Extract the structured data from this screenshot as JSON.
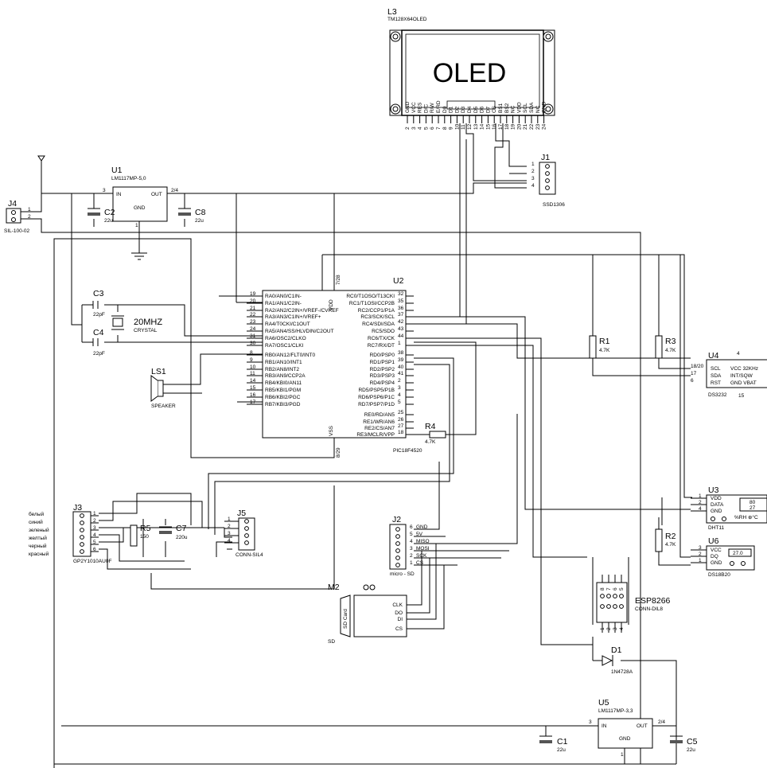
{
  "components": {
    "L3": {
      "ref": "L3",
      "value": "TM128X64OLED",
      "display": "OLED",
      "pins": [
        "GND",
        "VCC",
        "RES",
        "D/C",
        "R/W",
        "E/RD",
        "D0",
        "D1",
        "D2",
        "D3",
        "D4",
        "D5",
        "D6",
        "D7",
        "CS",
        "BS1",
        "BS2",
        "NC",
        "VDD",
        "SCL",
        "SDA",
        "NC",
        "GND"
      ]
    },
    "U1": {
      "ref": "U1",
      "value": "LM1117MP-5,0",
      "in": "IN",
      "out": "OUT",
      "gnd": "GND",
      "pin_in": "3",
      "pin_out": "2/4",
      "pin_gnd": "1"
    },
    "U5": {
      "ref": "U5",
      "value": "LM1117MP-3,3",
      "in": "IN",
      "out": "OUT",
      "gnd": "GND",
      "pin_in": "3",
      "pin_out": "2/4",
      "pin_gnd": "1"
    },
    "J1": {
      "ref": "J1",
      "value": "SSD1306",
      "pins": [
        "1",
        "2",
        "3",
        "4"
      ]
    },
    "J4": {
      "ref": "J4",
      "value": "SIL-100-02",
      "pins": [
        "1",
        "2"
      ]
    },
    "C2": {
      "ref": "C2",
      "value": "22u"
    },
    "C8": {
      "ref": "C8",
      "value": "22u"
    },
    "C3": {
      "ref": "C3",
      "value": "22pF"
    },
    "C4": {
      "ref": "C4",
      "value": "22pF"
    },
    "C7": {
      "ref": "C7",
      "value": "220u"
    },
    "C1": {
      "ref": "C1",
      "value": "22u"
    },
    "C5": {
      "ref": "C5",
      "value": "22u"
    },
    "X1": {
      "ref": "20MHZ",
      "value": "CRYSTAL"
    },
    "LS1": {
      "ref": "LS1",
      "value": "SPEAKER"
    },
    "R1": {
      "ref": "R1",
      "value": "4.7K"
    },
    "R2": {
      "ref": "R2",
      "value": "4.7K"
    },
    "R3": {
      "ref": "R3",
      "value": "4.7K"
    },
    "R4": {
      "ref": "R4",
      "value": "4.7K"
    },
    "R5": {
      "ref": "R5",
      "value": "150"
    },
    "D1": {
      "ref": "D1",
      "value": "1N4728A"
    },
    "U2": {
      "ref": "U2",
      "value": "PIC18F4520",
      "vdd": "VDD",
      "vss": "VSS",
      "vdd_pins": "7/28",
      "vss_pins": "8/29",
      "left_pins": [
        {
          "n": "19",
          "l": "RA0/AN0/C1IN-"
        },
        {
          "n": "20",
          "l": "RA1/AN1/C2IN-"
        },
        {
          "n": "21",
          "l": "RA2/AN2/C2IN+/VREF-/CVREF"
        },
        {
          "n": "22",
          "l": "RA3/AN3/C1IN+/VREF+"
        },
        {
          "n": "23",
          "l": "RA4/T0CKI/C1OUT"
        },
        {
          "n": "24",
          "l": "RA5/AN4/SS/HLVDIN/C2OUT"
        },
        {
          "n": "31",
          "l": "RA6/OSC2/CLKO"
        },
        {
          "n": "30",
          "l": "RA7/OSC1/CLKI"
        },
        {
          "n": "8",
          "l": "RB0/AN12/FLT0/INT0"
        },
        {
          "n": "9",
          "l": "RB1/AN10/INT1"
        },
        {
          "n": "10",
          "l": "RB2/AN8/INT2"
        },
        {
          "n": "11",
          "l": "RB3/AN9/CCP2A"
        },
        {
          "n": "14",
          "l": "RB4/KBI0/AN11"
        },
        {
          "n": "15",
          "l": "RB5/KBI1/PGM"
        },
        {
          "n": "16",
          "l": "RB6/KBI2/PGC"
        },
        {
          "n": "17",
          "l": "RB7/KBI3/PGD"
        }
      ],
      "right_pins": [
        {
          "n": "32",
          "l": "RC0/T1OSO/T13CKI"
        },
        {
          "n": "35",
          "l": "RC1/T1OSI/CCP2B"
        },
        {
          "n": "36",
          "l": "RC2/CCP1/P1A"
        },
        {
          "n": "37",
          "l": "RC3/SCK/SCL"
        },
        {
          "n": "42",
          "l": "RC4/SDI/SDA"
        },
        {
          "n": "43",
          "l": "RC5/SDO"
        },
        {
          "n": "44",
          "l": "RC6/TX/CK"
        },
        {
          "n": "1",
          "l": "RC7/RX/DT"
        },
        {
          "n": "38",
          "l": "RD0/PSP0"
        },
        {
          "n": "39",
          "l": "RD1/PSP1"
        },
        {
          "n": "40",
          "l": "RD2/PSP2"
        },
        {
          "n": "41",
          "l": "RD3/PSP3"
        },
        {
          "n": "2",
          "l": "RD4/PSP4"
        },
        {
          "n": "3",
          "l": "RD5/PSP5/P1B"
        },
        {
          "n": "4",
          "l": "RD6/PSP6/P1C"
        },
        {
          "n": "5",
          "l": "RD7/PSP7/P1D"
        },
        {
          "n": "25",
          "l": "RE0/RD/AN5"
        },
        {
          "n": "26",
          "l": "RE1/WR/AN6"
        },
        {
          "n": "27",
          "l": "RE2/CS/AN7"
        },
        {
          "n": "18",
          "l": "RE3/MCLR/VPP"
        }
      ]
    },
    "U4": {
      "ref": "U4",
      "value": "DS3232",
      "pin_top": "4",
      "pin_bottom": "15",
      "left": [
        {
          "n": "18/20",
          "l": "SCL"
        },
        {
          "n": "17",
          "l": "SDA"
        },
        {
          "n": "6",
          "l": "RST"
        }
      ],
      "right": [
        "VCC 32KHz",
        "INT/SQW",
        "GND VBAT"
      ]
    },
    "U3": {
      "ref": "U3",
      "value": "DHT11",
      "pins": [
        {
          "n": "1",
          "l": "VDD"
        },
        {
          "n": "2",
          "l": "DATA"
        },
        {
          "n": "4",
          "l": "GND"
        }
      ],
      "reading_value": "80",
      "reading_temp": "27",
      "reading_units": "%RH ⊕°C"
    },
    "U6": {
      "ref": "U6",
      "value": "DS18B20",
      "pins": [
        {
          "n": "3",
          "l": "VCC"
        },
        {
          "n": "2",
          "l": "DQ"
        },
        {
          "n": "1",
          "l": "GND"
        }
      ],
      "reading": "27.0"
    },
    "J2": {
      "ref": "J2",
      "value": "micro - SD",
      "pins": [
        {
          "n": "6",
          "l": "GND"
        },
        {
          "n": "5",
          "l": "5V"
        },
        {
          "n": "4",
          "l": "MISO"
        },
        {
          "n": "3",
          "l": "MOSI"
        },
        {
          "n": "2",
          "l": "SCK"
        },
        {
          "n": "1",
          "l": "CS"
        }
      ]
    },
    "M2": {
      "ref": "M2",
      "value": "SD",
      "card": "SD Card",
      "pins": [
        "CLK",
        "DO",
        "DI",
        "CS"
      ]
    },
    "J3": {
      "ref": "J3",
      "value": "GP2Y1010AU0F",
      "pins": [
        "1",
        "2",
        "3",
        "4",
        "5",
        "6"
      ],
      "wire_colors": [
        "белый",
        "синий",
        "зеленый",
        "желтый",
        "черный",
        "красный"
      ]
    },
    "J5": {
      "ref": "J5",
      "value": "CONN-SIL4",
      "pins": [
        "1",
        "2",
        "3",
        "4"
      ]
    },
    "U7": {
      "ref": "ESP8266",
      "value": "CONN-DIL8",
      "pins_top": [
        "8",
        "7",
        "6",
        "5"
      ],
      "pins_bottom": [
        "1",
        "2",
        "3",
        "4"
      ]
    }
  }
}
